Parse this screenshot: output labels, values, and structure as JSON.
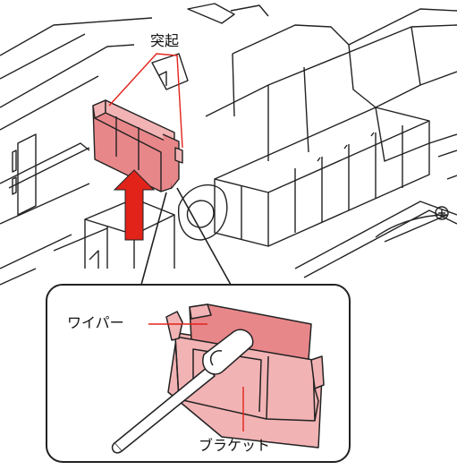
{
  "labels": {
    "protrusion": "突起",
    "wiper": "ワイパー",
    "bracket": "ブラケット"
  },
  "colors": {
    "part_fill": "#e8878a",
    "part_fill_light": "#f2b3b4",
    "arrow": "#e2231a",
    "line": "#222222",
    "leader": "#e2231a"
  },
  "icons": {
    "removal_direction": "up-arrow-icon"
  }
}
